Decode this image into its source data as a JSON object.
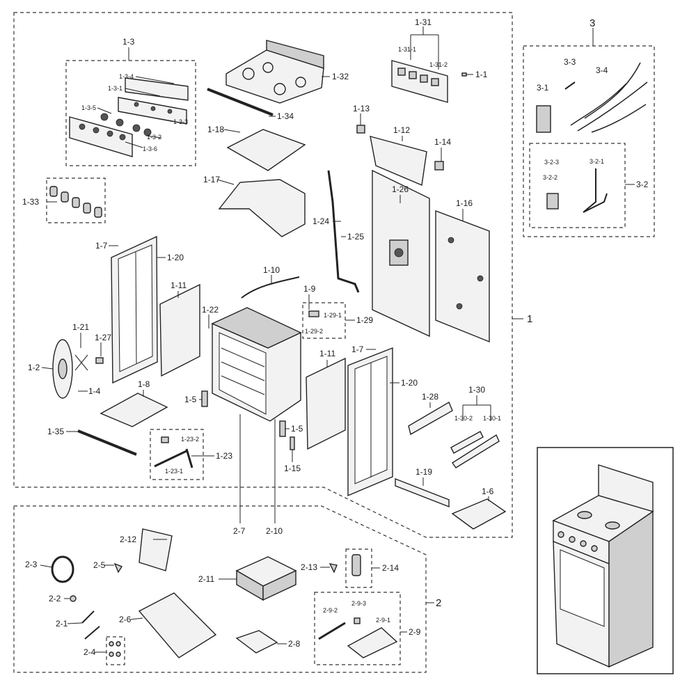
{
  "groups": {
    "g1": "1",
    "g2": "2",
    "g3": "3"
  },
  "labels": {
    "l1_1": "1-1",
    "l1_2": "1-2",
    "l1_3": "1-3",
    "l1_3_1": "1-3-1",
    "l1_3_2": "1-3-2",
    "l1_3_3": "1-3-3",
    "l1_3_4": "1-3-4",
    "l1_3_5": "1-3-5",
    "l1_3_6": "1-3-6",
    "l1_4": "1-4",
    "l1_5a": "1-5",
    "l1_5b": "1-5",
    "l1_6": "1-6",
    "l1_7a": "1-7",
    "l1_7b": "1-7",
    "l1_8": "1-8",
    "l1_9": "1-9",
    "l1_10": "1-10",
    "l1_11a": "1-11",
    "l1_11b": "1-11",
    "l1_12": "1-12",
    "l1_13": "1-13",
    "l1_14": "1-14",
    "l1_15": "1-15",
    "l1_16": "1-16",
    "l1_17": "1-17",
    "l1_18": "1-18",
    "l1_19": "1-19",
    "l1_20a": "1-20",
    "l1_20b": "1-20",
    "l1_21": "1-21",
    "l1_22": "1-22",
    "l1_23": "1-23",
    "l1_23_1": "1-23-1",
    "l1_23_2": "1-23-2",
    "l1_24": "1-24",
    "l1_25": "1-25",
    "l1_26": "1-26",
    "l1_27": "1-27",
    "l1_28": "1-28",
    "l1_29": "1-29",
    "l1_29_1": "1-29-1",
    "l1_29_2": "1-29-2",
    "l1_30": "1-30",
    "l1_30_1": "1-30-1",
    "l1_30_2": "1-30-2",
    "l1_31": "1-31",
    "l1_31_1": "1-31-1",
    "l1_31_2": "1-31-2",
    "l1_32": "1-32",
    "l1_33": "1-33",
    "l1_34": "1-34",
    "l1_35": "1-35",
    "l2_1": "2-1",
    "l2_2": "2-2",
    "l2_3": "2-3",
    "l2_4": "2-4",
    "l2_5": "2-5",
    "l2_6": "2-6",
    "l2_7": "2-7",
    "l2_8": "2-8",
    "l2_9": "2-9",
    "l2_9_1": "2-9-1",
    "l2_9_2": "2-9-2",
    "l2_9_3": "2-9-3",
    "l2_10": "2-10",
    "l2_11": "2-11",
    "l2_12": "2-12",
    "l2_13": "2-13",
    "l2_14": "2-14",
    "l3_1": "3-1",
    "l3_2": "3-2",
    "l3_2_1": "3-2-1",
    "l3_2_2": "3-2-2",
    "l3_2_3": "3-2-3",
    "l3_3": "3-3",
    "l3_4": "3-4"
  }
}
